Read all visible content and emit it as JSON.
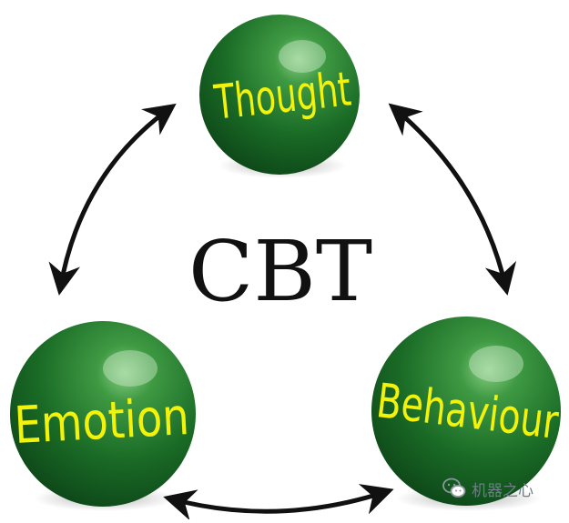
{
  "center": {
    "label": "CBT"
  },
  "nodes": {
    "thought": {
      "label": "Thought"
    },
    "emotion": {
      "label": "Emotion"
    },
    "behaviour": {
      "label": "Behaviour"
    }
  },
  "watermark": {
    "text": "机器之心",
    "icon": "wechat-icon"
  },
  "colors": {
    "ball_dark": "#0c4a1a",
    "ball_mid": "#1f7a2c",
    "ball_light": "#5fb25f",
    "label_yellow": "#f2f20a",
    "arrow": "#111111"
  }
}
